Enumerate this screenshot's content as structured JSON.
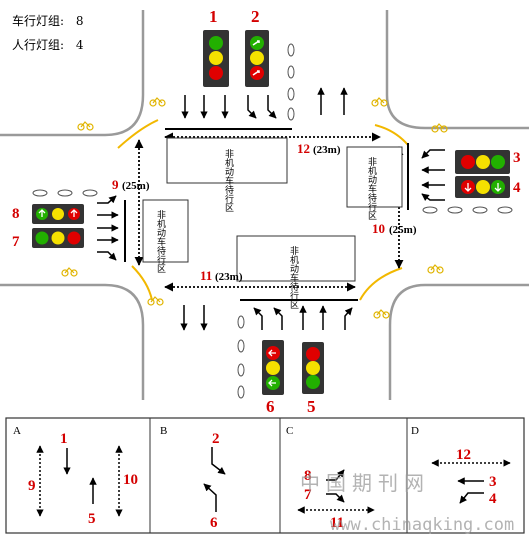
{
  "legend": {
    "vehicle_label": "车行灯组:",
    "vehicle_count": "8",
    "ped_label": "人行灯组:",
    "ped_count": "4"
  },
  "zones": {
    "top": "非机动车待行区",
    "right": "非机动车待行区",
    "left": "非机动车待行区",
    "bottom": "非机动车待行区"
  },
  "distances": {
    "d12": "12",
    "d12_unit": "(23m)",
    "d9": "9",
    "d9_unit": "(25m)",
    "d10": "10",
    "d10_unit": "(25m)",
    "d11": "11",
    "d11_unit": "(23m)"
  },
  "signal_labels": {
    "s1": "1",
    "s2": "2",
    "s3": "3",
    "s4": "4",
    "s5": "5",
    "s6": "6",
    "s7": "7",
    "s8": "8"
  },
  "phases": {
    "A": {
      "label": "A",
      "n1": "1",
      "n9": "9",
      "n10": "10",
      "n5": "5"
    },
    "B": {
      "label": "B",
      "n2": "2",
      "n6": "6"
    },
    "C": {
      "label": "C",
      "n8": "8",
      "n7": "7",
      "n11": "11"
    },
    "D": {
      "label": "D",
      "n12": "12",
      "n3": "3",
      "n4": "4"
    }
  },
  "watermark": {
    "cn": "中国期刊网",
    "url": "www.chinaqking.com"
  },
  "colors": {
    "red": "#e00000",
    "yellow": "#f5e100",
    "green": "#22b000",
    "number_red": "#d40000",
    "curb_yellow": "#f2b800",
    "road_gray": "#9a9a9a"
  }
}
